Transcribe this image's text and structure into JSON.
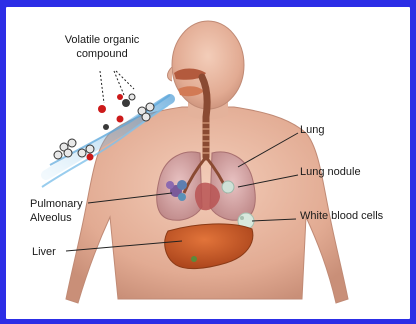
{
  "labels": {
    "voc_line1": "Volatile organic",
    "voc_line2": "compound",
    "lung": "Lung",
    "lung_nodule": "Lung nodule",
    "pulmonary_line1": "Pulmonary",
    "pulmonary_line2": "Alveolus",
    "white_blood_cells": "White blood cells",
    "liver": "Liver"
  },
  "colors": {
    "border": "#2c2ee6",
    "skin": "#e9b9a3",
    "skin_shadow": "#c98f78",
    "lung": "#d8a6a6",
    "liver": "#c8531f",
    "airway": "#8a4a32",
    "vapor": "#4aa3d9",
    "molecule_red": "#cc1a1a",
    "molecule_dark": "#3a3a3a"
  }
}
